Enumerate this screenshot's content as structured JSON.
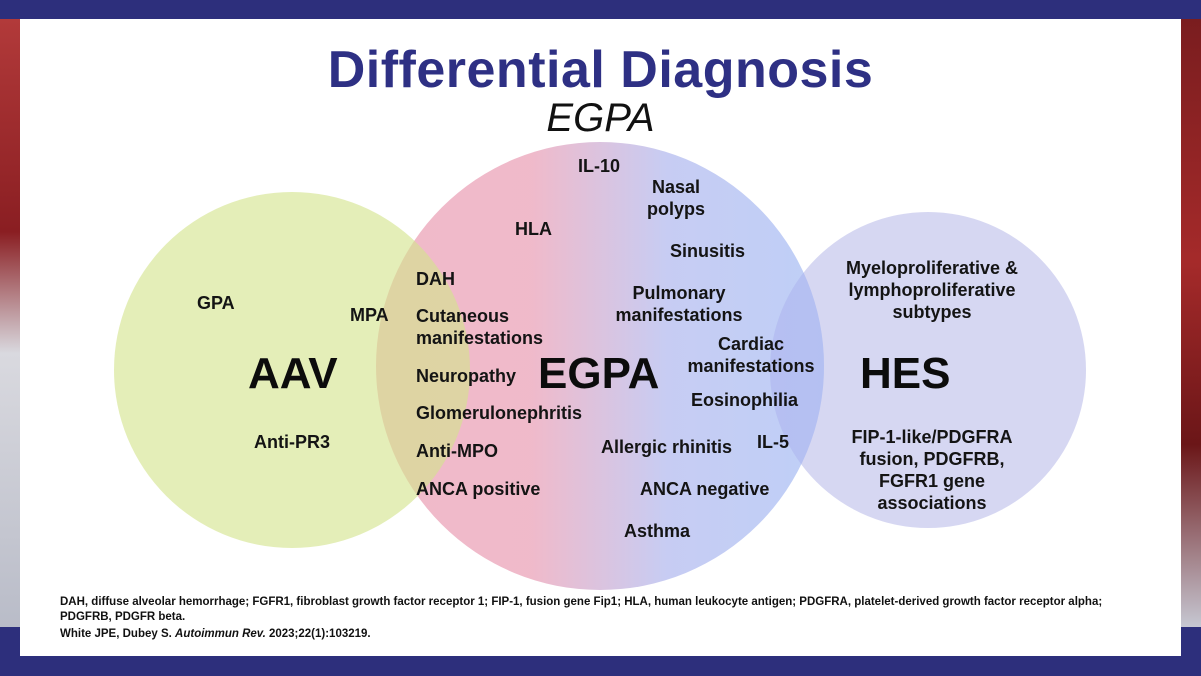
{
  "title": "Differential Diagnosis",
  "subtitle": "EGPA",
  "circles": {
    "aav": {
      "label": "AAV",
      "items": [
        "GPA",
        "MPA",
        "Anti-PR3"
      ],
      "color": "#d4e38c"
    },
    "egpa": {
      "label": "EGPA",
      "color_left": "#efb4c4",
      "color_right": "#b9cbf6",
      "overlap_aav_items": [
        "DAH",
        "Cutaneous manifestations",
        "Neuropathy",
        "Glomerulonephritis",
        "Anti-MPO",
        "ANCA positive"
      ],
      "items": [
        "IL-10",
        "HLA",
        "Nasal polyps",
        "Sinusitis",
        "Pulmonary manifestations",
        "Cardiac manifestations",
        "Eosinophilia",
        "Allergic rhinitis",
        "IL-5",
        "ANCA negative",
        "Asthma"
      ]
    },
    "hes": {
      "label": "HES",
      "color": "#d2d3f1",
      "items": [
        "Myeloproliferative & lymphoproliferative subtypes",
        "FIP-1-like/PDGFRA fusion, PDGFRB, FGFR1 gene associations"
      ]
    }
  },
  "footnote": "DAH, diffuse alveolar hemorrhage; FGFR1, fibroblast growth factor receptor 1; FIP-1, fusion gene Fip1; HLA, human leukocyte antigen; PDGFRA, platelet-derived growth factor receptor alpha; PDGFRB, PDGFR beta.",
  "reference": {
    "authors": "White JPE, Dubey S.",
    "journal": "Autoimmun Rev.",
    "citation": "2023;22(1):103219."
  }
}
